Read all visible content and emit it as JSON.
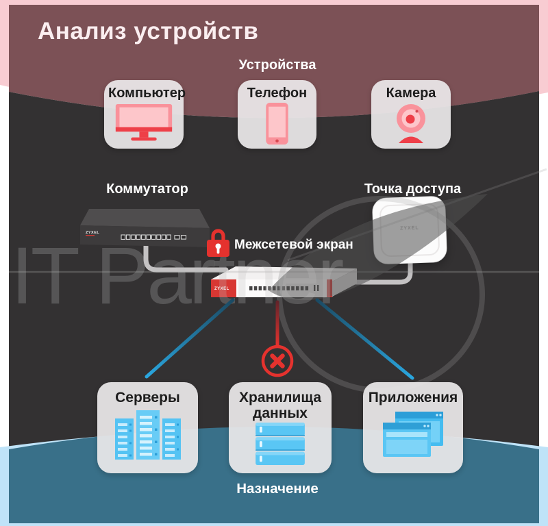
{
  "title": "Анализ устройств",
  "watermark": "IT Partner",
  "brand": "ZYXEL",
  "devices_section": {
    "label": "Устройства",
    "cards": [
      {
        "label": "Компьютер",
        "icon": "computer-icon"
      },
      {
        "label": "Телефон",
        "icon": "phone-icon"
      },
      {
        "label": "Камера",
        "icon": "camera-icon"
      }
    ]
  },
  "network": {
    "switch_label": "Коммутатор",
    "access_point_label": "Точка доступа",
    "firewall_label": "Межсетевой экран",
    "blocked_marker": "x"
  },
  "destination_section": {
    "label": "Назначение",
    "cards": [
      {
        "label": "Серверы",
        "icon": "servers-icon"
      },
      {
        "label": "Хранилища данных",
        "icon": "storage-icon"
      },
      {
        "label": "Приложения",
        "icon": "applications-icon"
      }
    ]
  },
  "colors": {
    "pink_outer": "#f8ccd2",
    "mauve_header": "#7c5156",
    "dark_body": "#333132",
    "teal_footer": "#397089",
    "light_blue_outer": "#bfe3f8",
    "accent_red": "#e5322e",
    "accent_blue": "#2aa7e0",
    "icon_pink": "#f9929b",
    "icon_blue": "#5ac6f4",
    "card_bg": "#ebe8e9"
  }
}
